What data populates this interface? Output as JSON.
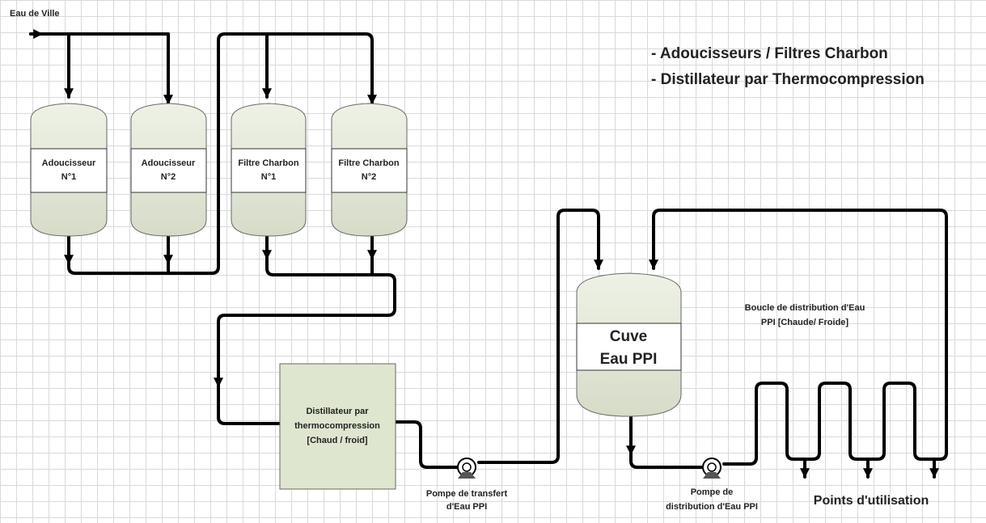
{
  "source_label": "Eau de Ville",
  "legend": {
    "line1": "- Adoucisseurs / Filtres Charbon",
    "line2": "- Distillateur par Thermocompression"
  },
  "vessels": [
    {
      "line1": "Adoucisseur",
      "line2": "N°1"
    },
    {
      "line1": "Adoucisseur",
      "line2": "N°2"
    },
    {
      "line1": "Filtre Charbon",
      "line2": "N°1"
    },
    {
      "line1": "Filtre Charbon",
      "line2": "N°2"
    }
  ],
  "distiller": {
    "line1": "Distillateur par",
    "line2": "thermocompression",
    "line3": "[Chaud / froid]"
  },
  "tank": {
    "line1": "Cuve",
    "line2": "Eau PPI"
  },
  "pump_transfer": {
    "line1": "Pompe de transfert",
    "line2": "d'Eau PPI"
  },
  "pump_distribution": {
    "line1": "Pompe de",
    "line2": "distribution d'Eau PPI"
  },
  "loop_label": {
    "line1": "Boucle de distribution d'Eau",
    "line2": "PPI [Chaude/ Froide]"
  },
  "points_label": "Points d'utilisation"
}
